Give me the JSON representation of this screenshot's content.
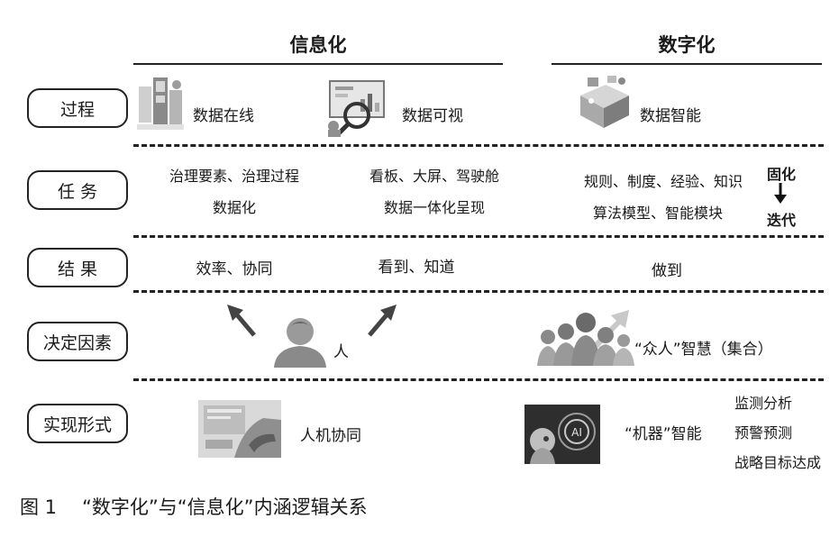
{
  "columns": {
    "informatization": "信息化",
    "digitalization": "数字化"
  },
  "rows": {
    "process": "过程",
    "task": "任 务",
    "result": "结 果",
    "factor": "决定因素",
    "form": "实现形式"
  },
  "process": {
    "online": "数据在线",
    "visual": "数据可视",
    "intelligent": "数据智能"
  },
  "task": {
    "info_left_1": "治理要素、治理过程",
    "info_left_2": "数据化",
    "info_right_1": "看板、大屏、驾驶舱",
    "info_right_2": "数据一体化呈现",
    "digi_1": "规则、制度、经验、知识",
    "digi_2": "算法模型、智能模块",
    "solidify": "固化",
    "iterate": "迭代"
  },
  "result": {
    "info_left": "效率、协同",
    "info_right": "看到、知道",
    "digi": "做到"
  },
  "factor": {
    "info": "人",
    "digi": "“众人”智慧（集合）"
  },
  "form": {
    "info": "人机协同",
    "digi": "“机器”智能",
    "list": [
      "监测分析",
      "预警预测",
      "战略目标达成"
    ],
    "ai_label": "AI"
  },
  "caption": {
    "figure": "图 1",
    "title": "“数字化”与“信息化”内涵逻辑关系"
  }
}
